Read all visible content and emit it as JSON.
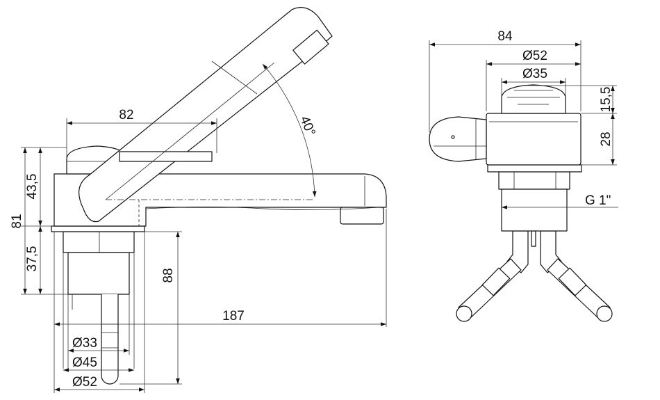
{
  "side_view": {
    "body_width": "82",
    "angle": "40°",
    "height_upper": "43,5",
    "height_total": "81",
    "height_lower": "37,5",
    "depth_under": "88",
    "length": "187",
    "dia_inner": "Ø33",
    "dia_mid": "Ø45",
    "dia_outer": "Ø52"
  },
  "front_view": {
    "width": "84",
    "dia_outer": "Ø52",
    "dia_top": "Ø35",
    "cap_height": "15,5",
    "body_height": "28",
    "thread": "G 1\""
  }
}
